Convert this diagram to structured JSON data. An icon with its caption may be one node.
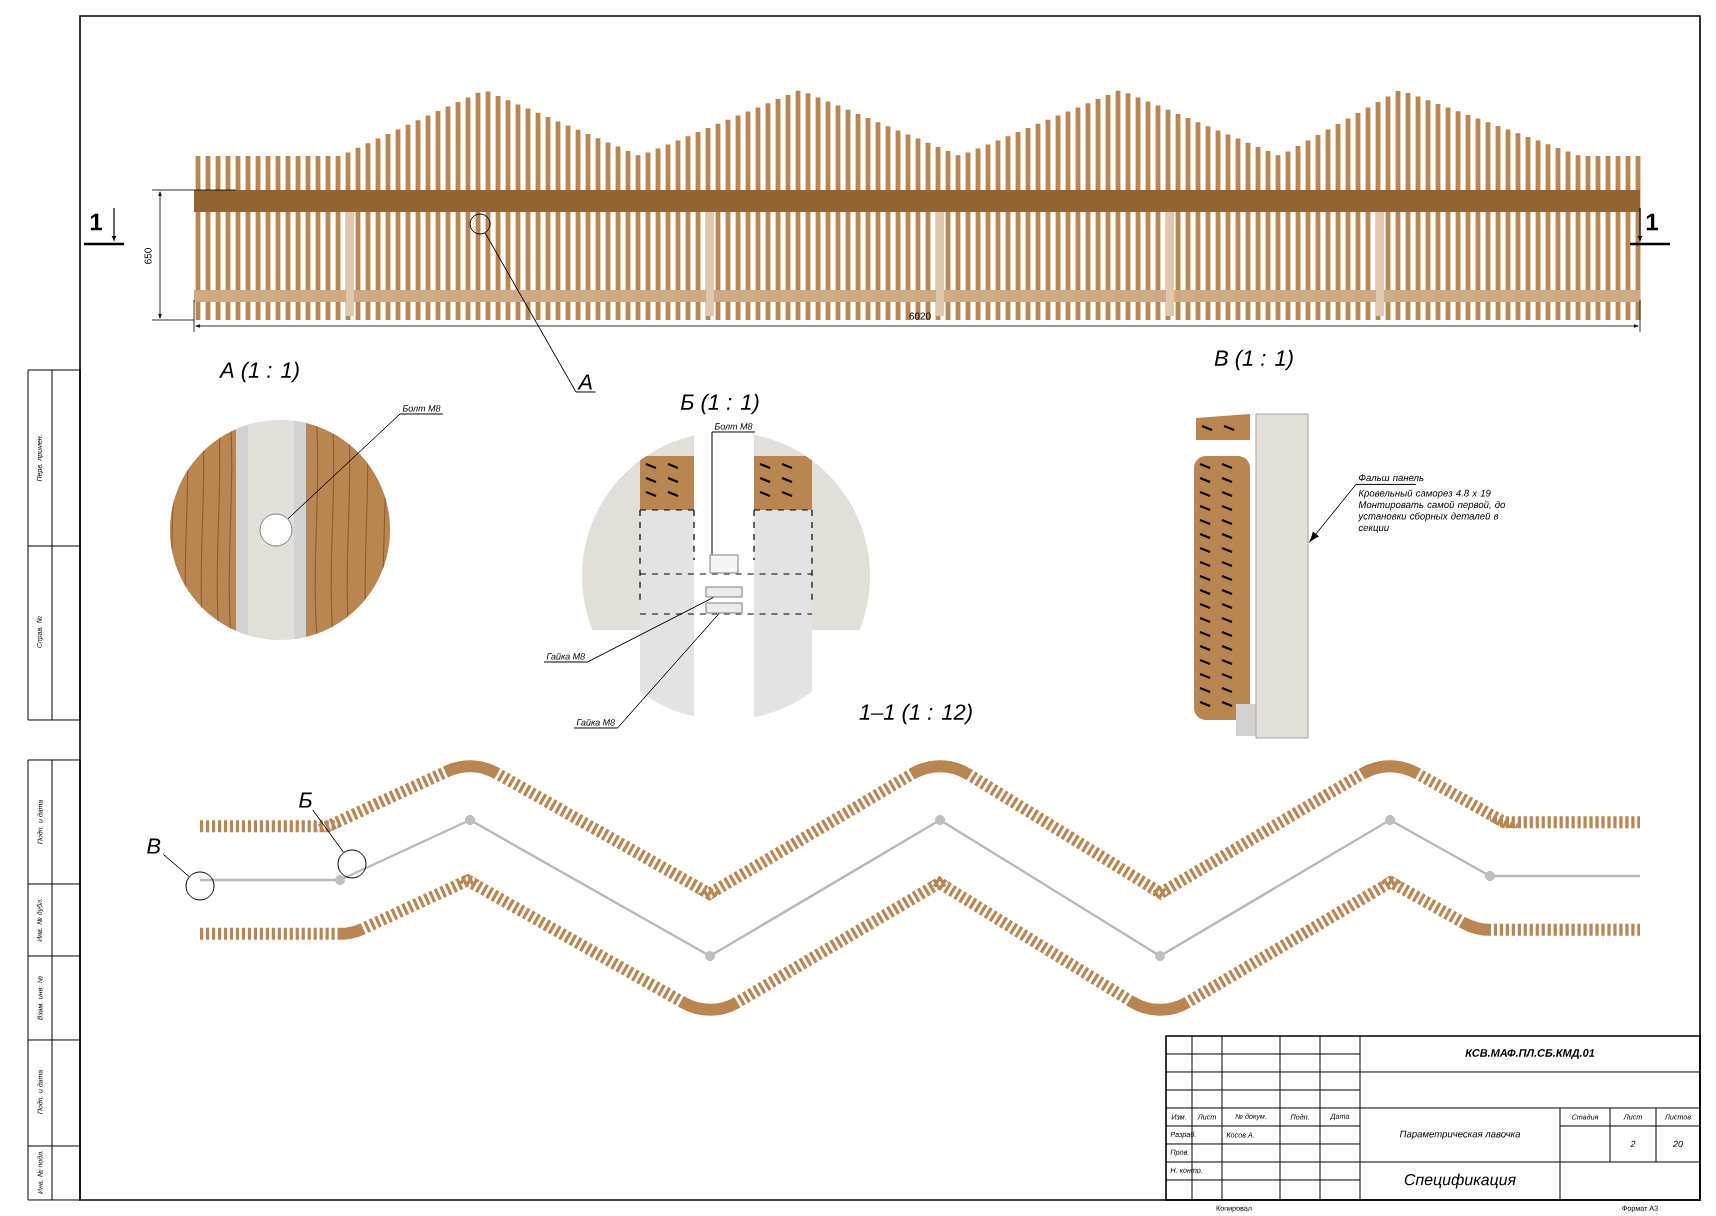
{
  "diagram": {
    "nodes": [
      {
        "text": [
          "А"
        ]
      },
      {
        "text": [],
        "shape": "circle"
      },
      {
        "text": [
          "Болт М8"
        ]
      },
      {
        "text": [],
        "shape": "circle"
      },
      {
        "text": [
          "Болт М8"
        ]
      },
      {
        "text": [],
        "shape": "box"
      },
      {
        "text": [
          "Гайка М8"
        ]
      },
      {
        "text": [],
        "shape": "box"
      },
      {
        "text": [
          "Гайка М8"
        ]
      },
      {
        "text": [],
        "shape": "box"
      },
      {
        "text": [
          "Фальш панель",
          "Кровельный саморез 4.8 x 19 Монтировать самой первой, до установки сборных деталей в секции"
        ]
      },
      {
        "text": [],
        "shape": "box"
      },
      {
        "text": [
          "Б"
        ]
      },
      {
        "text": [],
        "shape": "circle"
      },
      {
        "text": [
          "В"
        ]
      },
      {
        "text": [],
        "shape": "circle"
      }
    ],
    "edges": [
      {
        "from": 0,
        "to": 1,
        "arrow": "none"
      },
      {
        "from": 2,
        "to": 3,
        "arrow": "none"
      },
      {
        "from": 4,
        "to": 5,
        "arrow": "none"
      },
      {
        "from": 6,
        "to": 7,
        "arrow": "none"
      },
      {
        "from": 8,
        "to": 9,
        "arrow": "none"
      },
      {
        "from": 10,
        "to": 11,
        "arrow": "to"
      },
      {
        "from": 12,
        "to": 13,
        "arrow": "none"
      },
      {
        "from": 14,
        "to": 15,
        "arrow": "none"
      }
    ],
    "labels": [
      "1",
      "1",
      "650",
      "6020",
      "А (1 : 1)",
      "Б (1 : 1)",
      "В (1 : 1)",
      "1–1 (1 : 12)",
      "Перв. примен.",
      "Справ. №",
      "Подп. и дата",
      "Инв. № дубл.",
      "Взам. инв. №",
      "Подп. и дата",
      "Инв. № подл.",
      "КСВ.МАФ.ПЛ.СБ.КМД.01",
      "Изм.",
      "Лист",
      "№ докум.",
      "Подп.",
      "Дата",
      "Разраб.",
      "Косов А.",
      "Пров.",
      "Параметрическая лавочка",
      "Стадия",
      "Лист",
      "Листов",
      "2",
      "20",
      "Н. контр.",
      "Спецификация",
      "Копировал",
      "Формат А3"
    ]
  }
}
